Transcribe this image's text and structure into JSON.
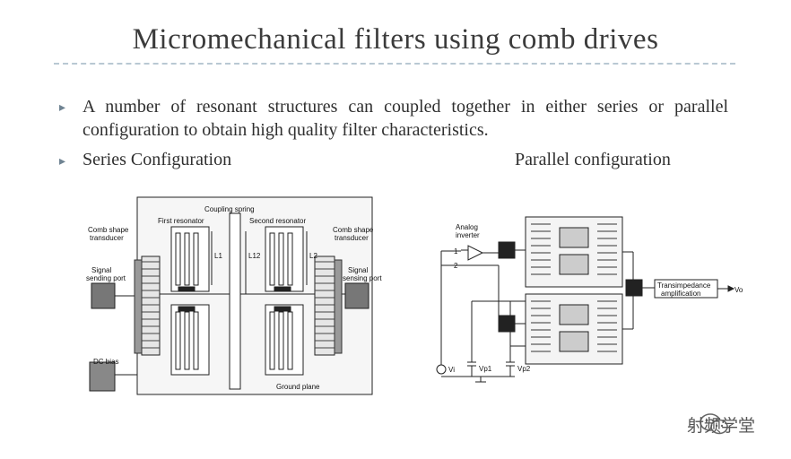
{
  "slide": {
    "title": "Micromechanical filters using comb drives",
    "bullets": [
      {
        "text": "A number of resonant structures  can coupled together in either series or parallel configuration to obtain high quality filter characteristics."
      },
      {
        "text": "Series Configuration"
      }
    ],
    "parallel_label": "Parallel configuration"
  },
  "series_figure": {
    "coupling_spring": "Coupling spring",
    "first_resonator": "First resonator",
    "second_resonator": "Second resonator",
    "comb_left": [
      "Comb shape",
      "transducer"
    ],
    "comb_right": [
      "Comb shape",
      "transducer"
    ],
    "signal_left": [
      "Signal",
      "sending port"
    ],
    "signal_right": [
      "Signal",
      "sensing port"
    ],
    "l1": "L1",
    "l12": "L12",
    "l2": "L2",
    "dc_bias": "DC bias",
    "ground_plane": "Ground plane"
  },
  "parallel_figure": {
    "analog_inverter": [
      "Analog",
      "inverter"
    ],
    "pin1": "1",
    "pin2": "2",
    "transimpedance": [
      "Transimpedance",
      "amplification"
    ],
    "vo": "Vo",
    "vi": "Vi",
    "vp1": "Vp1",
    "vp2": "Vp2"
  },
  "watermark": {
    "icon": "wechat-icon",
    "text": "射频学堂"
  }
}
